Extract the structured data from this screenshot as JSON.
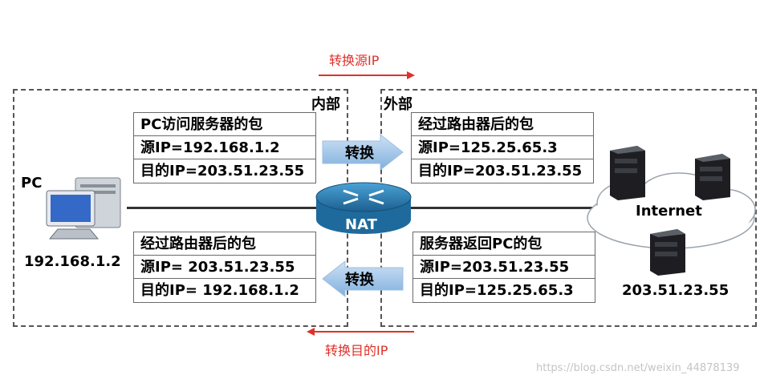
{
  "top_arrow_label": "转换源IP",
  "bottom_arrow_label": "转换目的IP",
  "zones": {
    "inside": "内部",
    "outside": "外部"
  },
  "pc": {
    "label": "PC",
    "ip": "192.168.1.2"
  },
  "router": {
    "label": "NAT"
  },
  "internet": {
    "label": "Internet",
    "server_ip": "203.51.23.55"
  },
  "convert_label": "转换",
  "packets": {
    "top_left": [
      "PC访问服务器的包",
      "源IP=192.168.1.2",
      "目的IP=203.51.23.55"
    ],
    "top_right": [
      "经过路由器后的包",
      "源IP=125.25.65.3",
      "目的IP=203.51.23.55"
    ],
    "bottom_left": [
      "经过路由器后的包",
      "源IP= 203.51.23.55",
      "目的IP= 192.168.1.2"
    ],
    "bottom_right": [
      "服务器返回PC的包",
      "源IP=203.51.23.55",
      "目的IP=125.25.65.3"
    ]
  },
  "watermark": "https://blog.csdn.net/weixin_44878139",
  "colors": {
    "red": "#e0302a",
    "arrow_blue": "#5b9bd5",
    "router": "#2b7fb0"
  }
}
